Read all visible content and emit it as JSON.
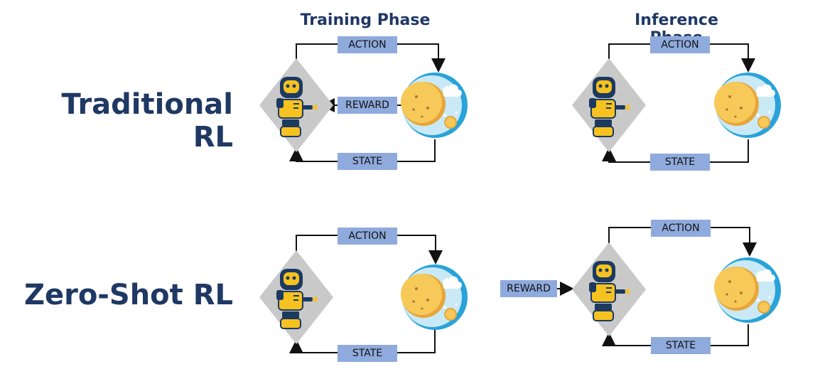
{
  "phases": {
    "training": "Training Phase",
    "inference": "Inference Phase"
  },
  "rows": {
    "traditional": "Traditional RL",
    "zero_shot": "Zero-Shot RL"
  },
  "labels": {
    "action": "ACTION",
    "reward": "REWARD",
    "state": "STATE"
  },
  "colors": {
    "title": "#1f3864",
    "label_box": "#8faadc",
    "diamond": "#c9c9c9",
    "robot_yellow": "#f6c220",
    "robot_navy": "#1c3a5e",
    "env_blue": "#29a3d9",
    "env_light": "#c9e9f7",
    "planet": "#f7c958"
  }
}
